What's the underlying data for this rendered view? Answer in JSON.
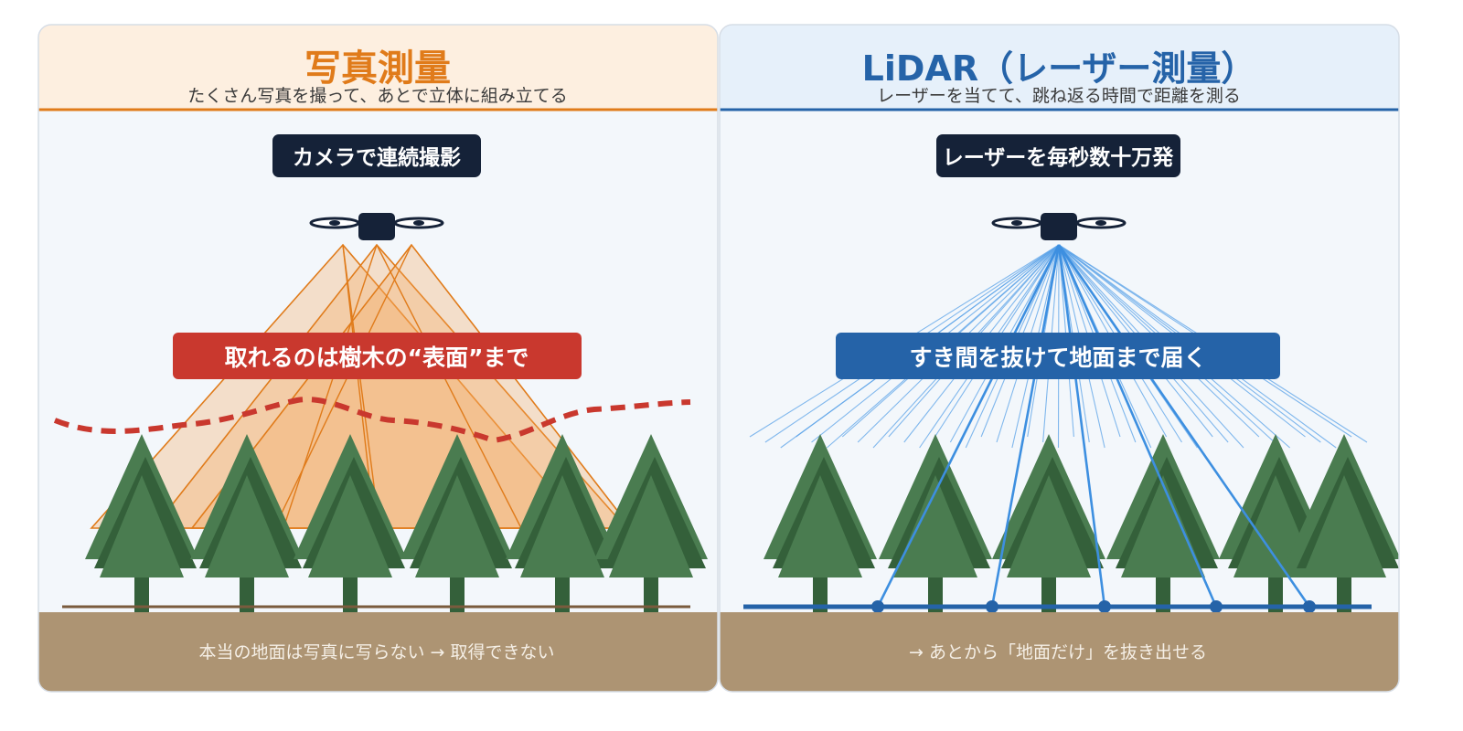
{
  "left_panel": {
    "title": "写真測量",
    "subtitle": "たくさん写真を撮って、あとで立体に組み立てる",
    "badge": "カメラで連続撮影",
    "callout": "取れるのは樹木の“表面”まで",
    "footer": "本当の地面は写真に写らない → 取得できない",
    "colors": {
      "accent": "#e07b1a",
      "header_bg": "#fdefe0",
      "callout": "#c9382e",
      "surface_line": "#c9382e"
    }
  },
  "right_panel": {
    "title": "LiDAR（レーザー測量）",
    "subtitle": "レーザーを当てて、跳ね返る時間で距離を測る",
    "badge": "レーザーを毎秒数十万発",
    "callout": "すき間を抜けて地面まで届く",
    "footer": "→ あとから「地面だけ」を抜き出せる",
    "colors": {
      "accent": "#2563a8",
      "header_bg": "#e6f0fa",
      "callout": "#2563a8",
      "laser": "#3d8fe0"
    }
  },
  "colors": {
    "tree_light": "#4a7c50",
    "tree_dark": "#34603a",
    "ground": "#ad9473",
    "drone": "#152238",
    "badge_bg": "#152238",
    "panel_bg": "#f3f7fb"
  },
  "icons": [
    "drone-icon",
    "tree-icon"
  ]
}
